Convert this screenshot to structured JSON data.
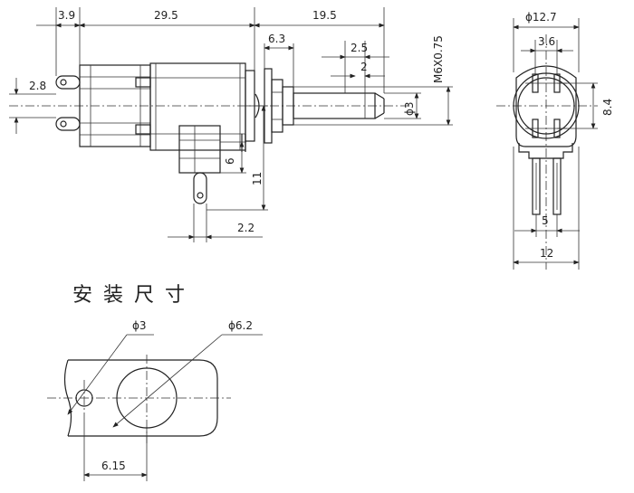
{
  "dimensions": {
    "d3_9": "3.9",
    "d29_5": "29.5",
    "d19_5": "19.5",
    "d6_3": "6.3",
    "d2_5": "2.5",
    "d2": "2",
    "d2_8": "2.8",
    "d6": "6",
    "d11": "11",
    "d2_2": "2.2",
    "thread": "M6X0.75",
    "shaft_dia": "ϕ3",
    "body_dia": "ϕ12.7",
    "d3_6": "3.6",
    "d8_4": "8.4",
    "d5": "5",
    "d12": "12",
    "hole_small": "ϕ3",
    "hole_large": "ϕ6.2",
    "d6_15": "6.15"
  },
  "section_title": "安装尺寸"
}
